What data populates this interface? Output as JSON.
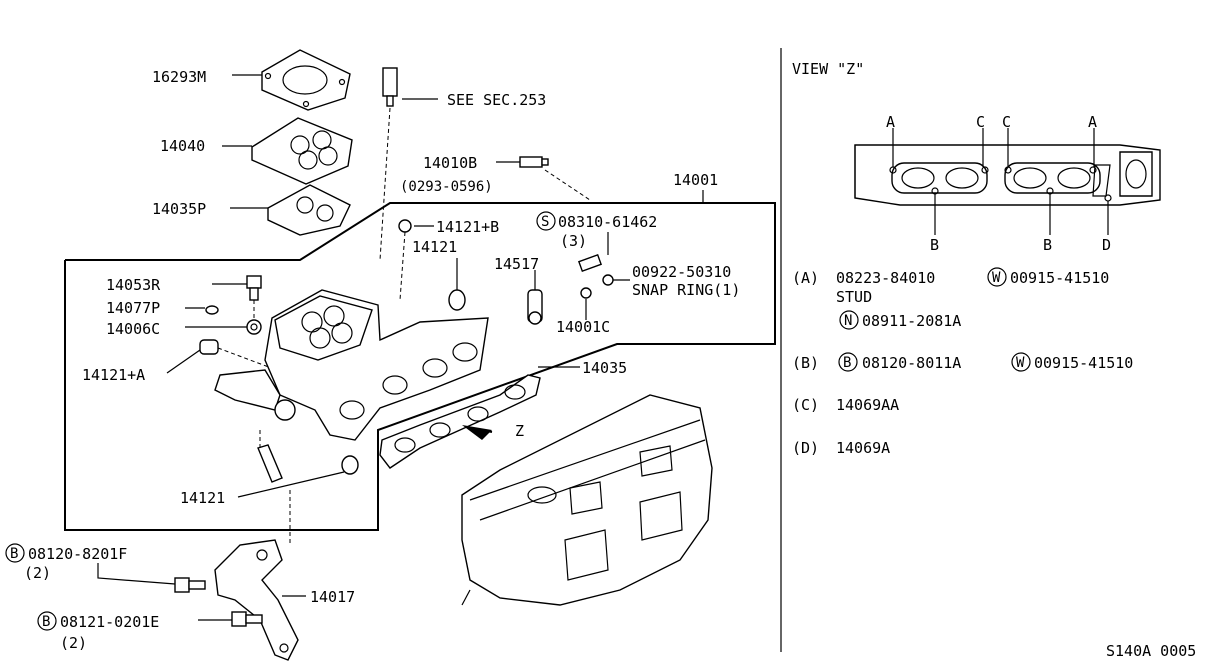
{
  "labels": {
    "p16293M": "16293M",
    "p14040": "14040",
    "p14035P": "14035P",
    "see_sec": "SEE SEC.253",
    "p14010B": "14010B",
    "p14010B_range": "(0293-0596)",
    "p14001": "14001",
    "p14121B": "14121+B",
    "p14121_top": "14121",
    "s_bolt": "08310-61462",
    "s_bolt_qty": "(3)",
    "p14517": "14517",
    "p00922": "00922-50310",
    "snap_ring": "SNAP RING(1)",
    "p14053R": "14053R",
    "p14077P": "14077P",
    "p14006C": "14006C",
    "p14001C": "14001C",
    "p14121A": "14121+A",
    "p14035": "14035",
    "z_arrow": "Z",
    "p14121_bottom": "14121",
    "b_bolt1": "08120-8201F",
    "b_bolt1_qty": "(2)",
    "p14017": "14017",
    "b_bolt2": "08121-0201E",
    "b_bolt2_qty": "(2)",
    "sym_S": "S",
    "sym_B": "B",
    "sym_W": "W",
    "sym_N": "N",
    "view_title": "VIEW \"Z\"",
    "view_A1": "A",
    "view_C1": "C",
    "view_C2": "C",
    "view_A2": "A",
    "view_B1": "B",
    "view_B2": "B",
    "view_D": "D",
    "legend_A_key": "(A)",
    "legend_A_part1": "08223-84010",
    "legend_A_part2": "00915-41510",
    "legend_A_stud": "STUD",
    "legend_A_part3": "08911-2081A",
    "legend_B_key": "(B)",
    "legend_B_part1": "08120-8011A",
    "legend_B_part2": "00915-41510",
    "legend_C_key": "(C)",
    "legend_C_part": "14069AA",
    "legend_D_key": "(D)",
    "legend_D_part": "14069A",
    "figure_code": "S140A 0005"
  }
}
